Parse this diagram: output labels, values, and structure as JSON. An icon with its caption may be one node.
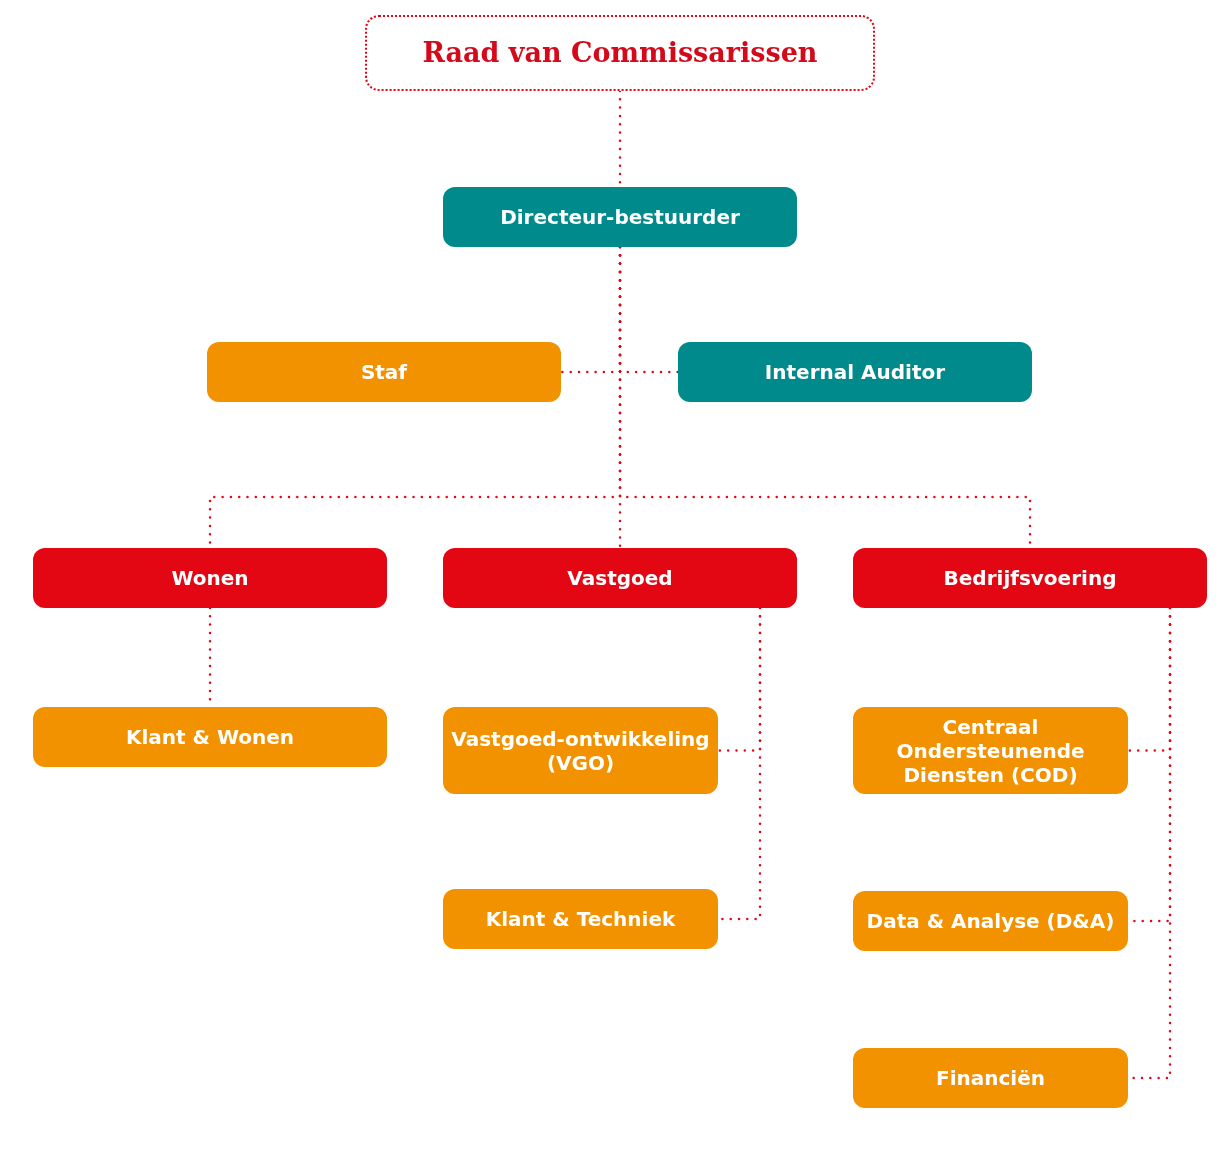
{
  "diagram": {
    "nodes": [
      {
        "text": [
          "Raad van Commissarissen"
        ]
      },
      {
        "text": [
          "Directeur-bestuurder"
        ]
      },
      {
        "text": [
          "Staf"
        ]
      },
      {
        "text": [
          "Internal Auditor"
        ]
      },
      {
        "text": [
          "Wonen"
        ]
      },
      {
        "text": [
          "Vastgoed"
        ]
      },
      {
        "text": [
          "Bedrijfsvoering"
        ]
      },
      {
        "text": [
          "Klant & Wonen"
        ]
      },
      {
        "text": [
          "Vastgoed-ontwikkeling (VGO)"
        ]
      },
      {
        "text": [
          "Klant & Techniek"
        ]
      },
      {
        "text": [
          "Centraal Ondersteunende Diensten (COD)"
        ]
      },
      {
        "text": [
          "Data & Analyse (D&A)"
        ]
      },
      {
        "text": [
          "Financiën"
        ]
      }
    ],
    "edges": [
      {
        "from": 0,
        "to": 1,
        "arrow": "none"
      },
      {
        "from": 1,
        "to": 2,
        "arrow": "none"
      },
      {
        "from": 1,
        "to": 3,
        "arrow": "none"
      },
      {
        "from": 1,
        "to": 4,
        "arrow": "none"
      },
      {
        "from": 1,
        "to": 5,
        "arrow": "none"
      },
      {
        "from": 1,
        "to": 6,
        "arrow": "none"
      },
      {
        "from": 4,
        "to": 7,
        "arrow": "none"
      },
      {
        "from": 5,
        "to": 8,
        "arrow": "none"
      },
      {
        "from": 5,
        "to": 9,
        "arrow": "none"
      },
      {
        "from": 6,
        "to": 10,
        "arrow": "none"
      },
      {
        "from": 6,
        "to": 11,
        "arrow": "none"
      },
      {
        "from": 6,
        "to": 12,
        "arrow": "none"
      }
    ]
  }
}
